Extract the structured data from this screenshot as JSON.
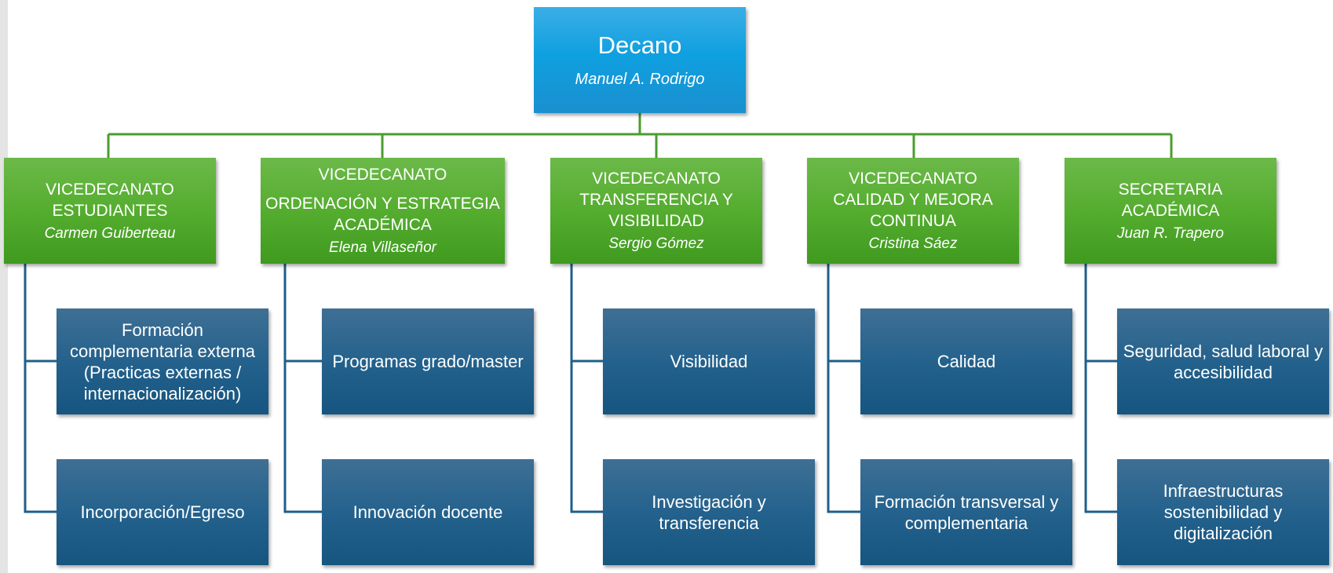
{
  "colors": {
    "top_box": "#0fa0e0",
    "level1_box": "#55ad2f",
    "level2_box": "#1f5f8a",
    "green_line": "#4a9d2e",
    "blue_line": "#1f5f8a"
  },
  "dean": {
    "title": "Decano",
    "person": "Manuel A. Rodrigo"
  },
  "units": [
    {
      "title_lines": [
        "VICEDECANATO",
        "ESTUDIANTES"
      ],
      "person": "Carmen Guiberteau",
      "children": [
        "Formación complementaria externa (Practicas externas / internacionalización)",
        "Incorporación/Egreso"
      ]
    },
    {
      "title_lines": [
        "VICEDECANATO",
        "ORDENACIÓN Y ESTRATEGIA ACADÉMICA"
      ],
      "person": "Elena Villaseñor",
      "children": [
        "Programas grado/master",
        "Innovación docente"
      ]
    },
    {
      "title_lines": [
        "VICEDECANATO",
        "TRANSFERENCIA Y VISIBILIDAD"
      ],
      "person": "Sergio Gómez",
      "children": [
        "Visibilidad",
        "Investigación y transferencia"
      ]
    },
    {
      "title_lines": [
        "VICEDECANATO",
        "CALIDAD Y MEJORA CONTINUA"
      ],
      "person": "Cristina Sáez",
      "children": [
        "Calidad",
        "Formación transversal y complementaria"
      ]
    },
    {
      "title_lines": [
        "SECRETARIA",
        "ACADÉMICA"
      ],
      "person": "Juan R. Trapero",
      "children": [
        "Seguridad, salud laboral y accesibilidad",
        "Infraestructuras sostenibilidad y digitalización"
      ]
    }
  ]
}
